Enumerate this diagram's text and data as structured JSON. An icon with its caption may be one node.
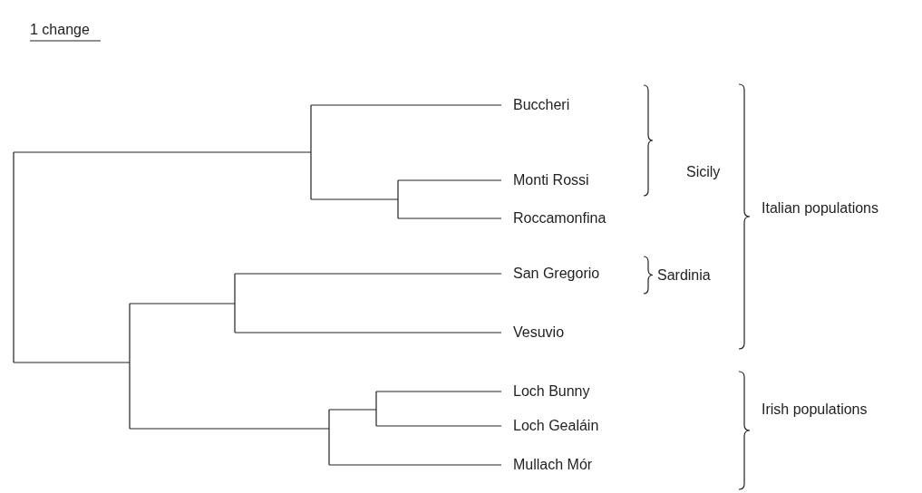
{
  "diagram": {
    "labels": [
      "1 change",
      "Buccheri",
      "Sicily",
      "Monti Rossi",
      "Italian populations",
      "Roccamonfina",
      "San Gregorio",
      "Sardinia",
      "Vesuvio",
      "Loch Bunny",
      "Irish populations",
      "Loch Gealáin",
      "Mullach Mór"
    ]
  }
}
